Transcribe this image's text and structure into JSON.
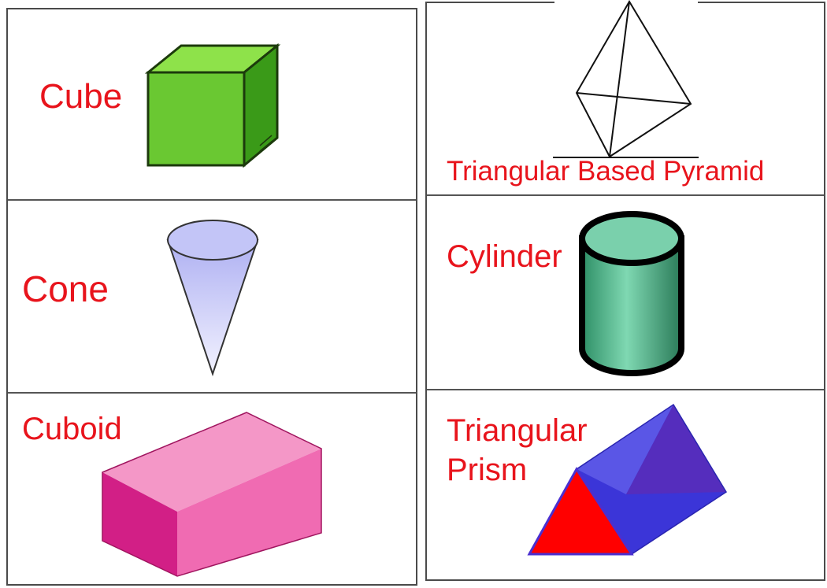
{
  "colors": {
    "label": "#e8141c",
    "border": "#4a4a4a",
    "cube_front": "#6ac832",
    "cube_top": "#8ee24a",
    "cube_side": "#3a9a18",
    "cone": "#c7c9f5",
    "cylinder": "#5fbf98",
    "cuboid": "#f06bb2",
    "prism_blue": "#3b35d8",
    "prism_red": "#ff0000",
    "prism_purple": "#5a2cb8"
  },
  "shapes": {
    "cube": {
      "label": "Cube",
      "icon": "cube-icon"
    },
    "cone": {
      "label": "Cone",
      "icon": "cone-icon"
    },
    "cuboid": {
      "label": "Cuboid",
      "icon": "cuboid-icon"
    },
    "pyramid": {
      "label": "Triangular Based Pyramid",
      "icon": "pyramid-icon"
    },
    "cylinder": {
      "label": "Cylinder",
      "icon": "cylinder-icon"
    },
    "prism": {
      "label_line1": "Triangular",
      "label_line2": "Prism",
      "icon": "prism-icon"
    }
  }
}
